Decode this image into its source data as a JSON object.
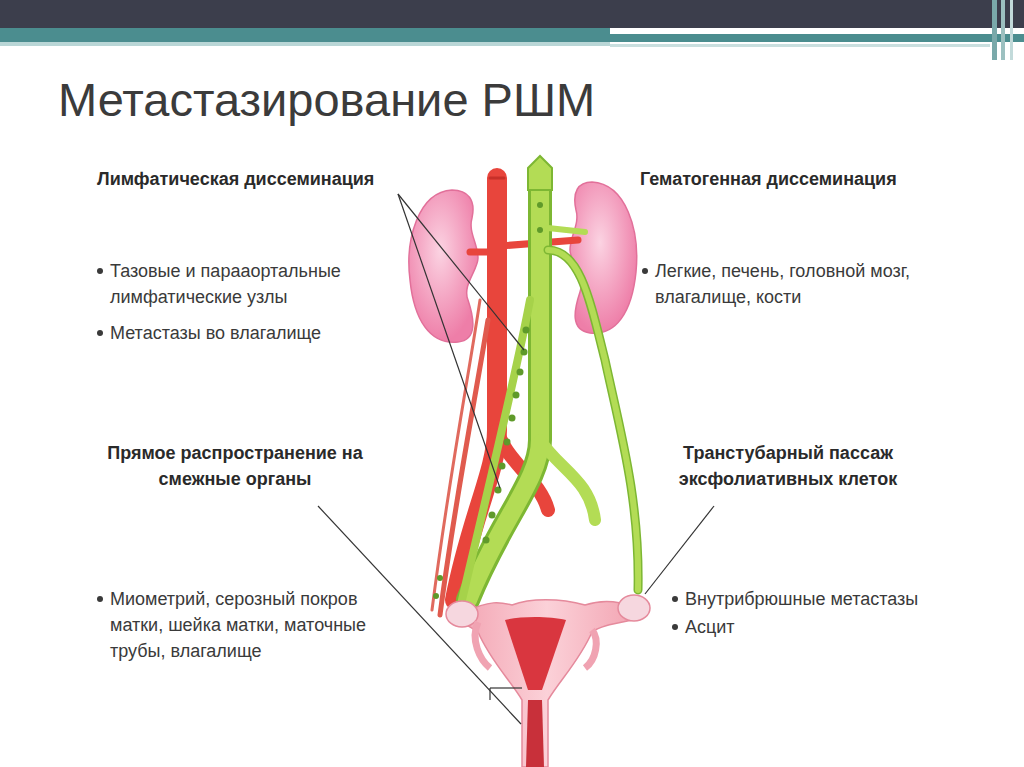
{
  "diagram": {
    "title": "Метастазирование РШМ",
    "labels": [
      "Лимфатическая диссеминация",
      "Тазовые и парааортальные лимфатические узлы",
      "Метастазы во влагалище",
      "Гематогенная диссеминация",
      "Легкие, печень, головной мозг, влагалище, кости",
      "Прямое распространение на смежные органы",
      "Миометрий, серозный покров матки, шейка матки, маточные трубы, влагалище",
      "Транстубарный пассаж эксфолиативных клеток",
      "Внутрибрюшные метастазы",
      "Асцит"
    ]
  }
}
